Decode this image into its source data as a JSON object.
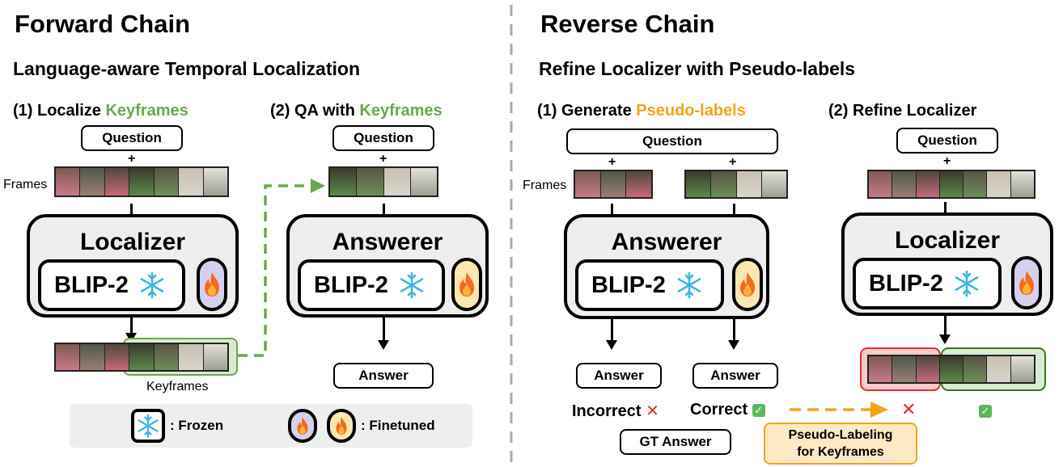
{
  "forward": {
    "title": "Forward Chain",
    "subtitle": "Language-aware Temporal Localization",
    "step1_prefix": "(1) Localize ",
    "step1_highlight": "Keyframes",
    "step2_prefix": "(2) QA with ",
    "step2_highlight": "Keyframes",
    "question": "Question",
    "plus": "+",
    "frames_label": "Frames",
    "localizer": "Localizer",
    "answerer": "Answerer",
    "blip": "BLIP-2",
    "keyframes_label": "Keyframes",
    "answer": "Answer"
  },
  "legend": {
    "frozen": ": Frozen",
    "finetuned": ": Finetuned"
  },
  "reverse": {
    "title": "Reverse Chain",
    "subtitle": "Refine Localizer with Pseudo-labels",
    "step1_prefix": "(1) Generate ",
    "step1_highlight": "Pseudo-labels",
    "step2": "(2) Refine Localizer",
    "question": "Question",
    "plus": "+",
    "frames_label": "Frames",
    "answerer": "Answerer",
    "localizer": "Localizer",
    "blip": "BLIP-2",
    "answer": "Answer",
    "incorrect": "Incorrect",
    "correct": "Correct",
    "gt_answer": "GT Answer",
    "pseudo_line1": "Pseudo-Labeling",
    "pseudo_line2": "for Keyframes",
    "x_symbol": "✕",
    "check_symbol": "✓"
  },
  "colors": {
    "green": "#6aa84f",
    "orange": "#f4a31c",
    "red": "#e03030",
    "purple_fill": "#d6d0ee",
    "yellow_fill": "#fde7b0",
    "box_fill": "#eeeeee"
  },
  "icons": {
    "frozen": "snowflake-icon",
    "finetuned": "flame-icon"
  }
}
